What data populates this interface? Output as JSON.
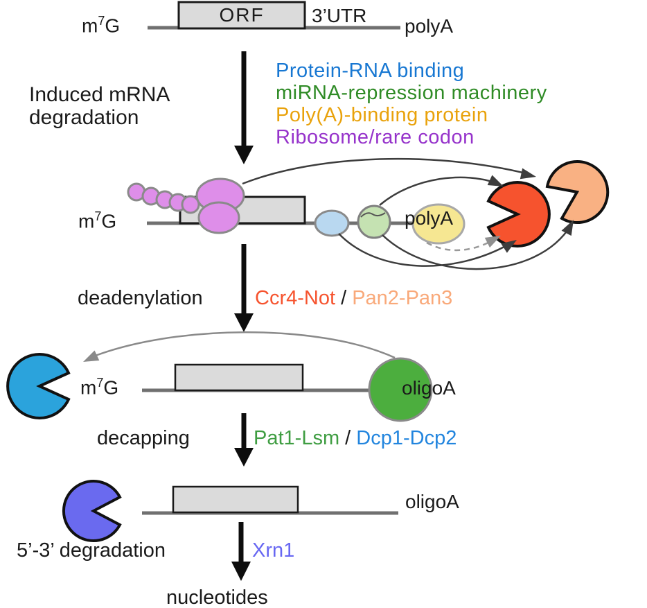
{
  "palette": {
    "ribosome_purple": "#DE8EE9",
    "protein_blue": "#B9D8F0",
    "mirna_green": "#C5E2B2",
    "pabp_yellow": "#F6E792",
    "ccr4_red": "#F6532E",
    "pan_orange": "#F9B183",
    "decapping_blue": "#2BA3DC",
    "oligoa_green": "#4CAE3E",
    "xrn1_purple": "#6A6AEF",
    "mrna_gray": "#707070",
    "orf_fill": "#DBDBDB"
  },
  "cap": {
    "base": "m",
    "sup": "7",
    "tail": "G"
  },
  "top_mrna": {
    "orf": "ORF",
    "utr": "3’UTR",
    "polya": "polyA"
  },
  "step_induced": {
    "line1": "Induced mRNA",
    "line2": "degradation",
    "legend": [
      {
        "text": "Protein-RNA binding",
        "color": "#1777D2"
      },
      {
        "text": "miRNA-repression machinery",
        "color": "#2F8B26"
      },
      {
        "text": "Poly(A)-binding protein",
        "color": "#E9A20B"
      },
      {
        "text": "Ribosome/rare codon",
        "color": "#9633CB"
      }
    ]
  },
  "complex": {
    "polya": "polyA"
  },
  "step_deadenylation": {
    "label": "deadenylation",
    "enzyme1": "Ccr4-Not",
    "enzyme1_color": "#F6532E",
    "separator": " / ",
    "enzyme2": "Pan2-Pan3",
    "enzyme2_color": "#F9A97A"
  },
  "deadenylated": {
    "oligoa": "oligoA"
  },
  "step_decapping": {
    "label": "decapping",
    "enzyme1": "Pat1-Lsm",
    "enzyme1_color": "#3F9D42",
    "separator": " / ",
    "enzyme2": "Dcp1-Dcp2",
    "enzyme2_color": "#2285DE"
  },
  "decapped": {
    "oligoa": "oligoA"
  },
  "step_degradation": {
    "label": "5’-3’ degradation",
    "enzyme": "Xrn1",
    "enzyme_color": "#6767F2"
  },
  "product": {
    "label": "nucleotides"
  }
}
